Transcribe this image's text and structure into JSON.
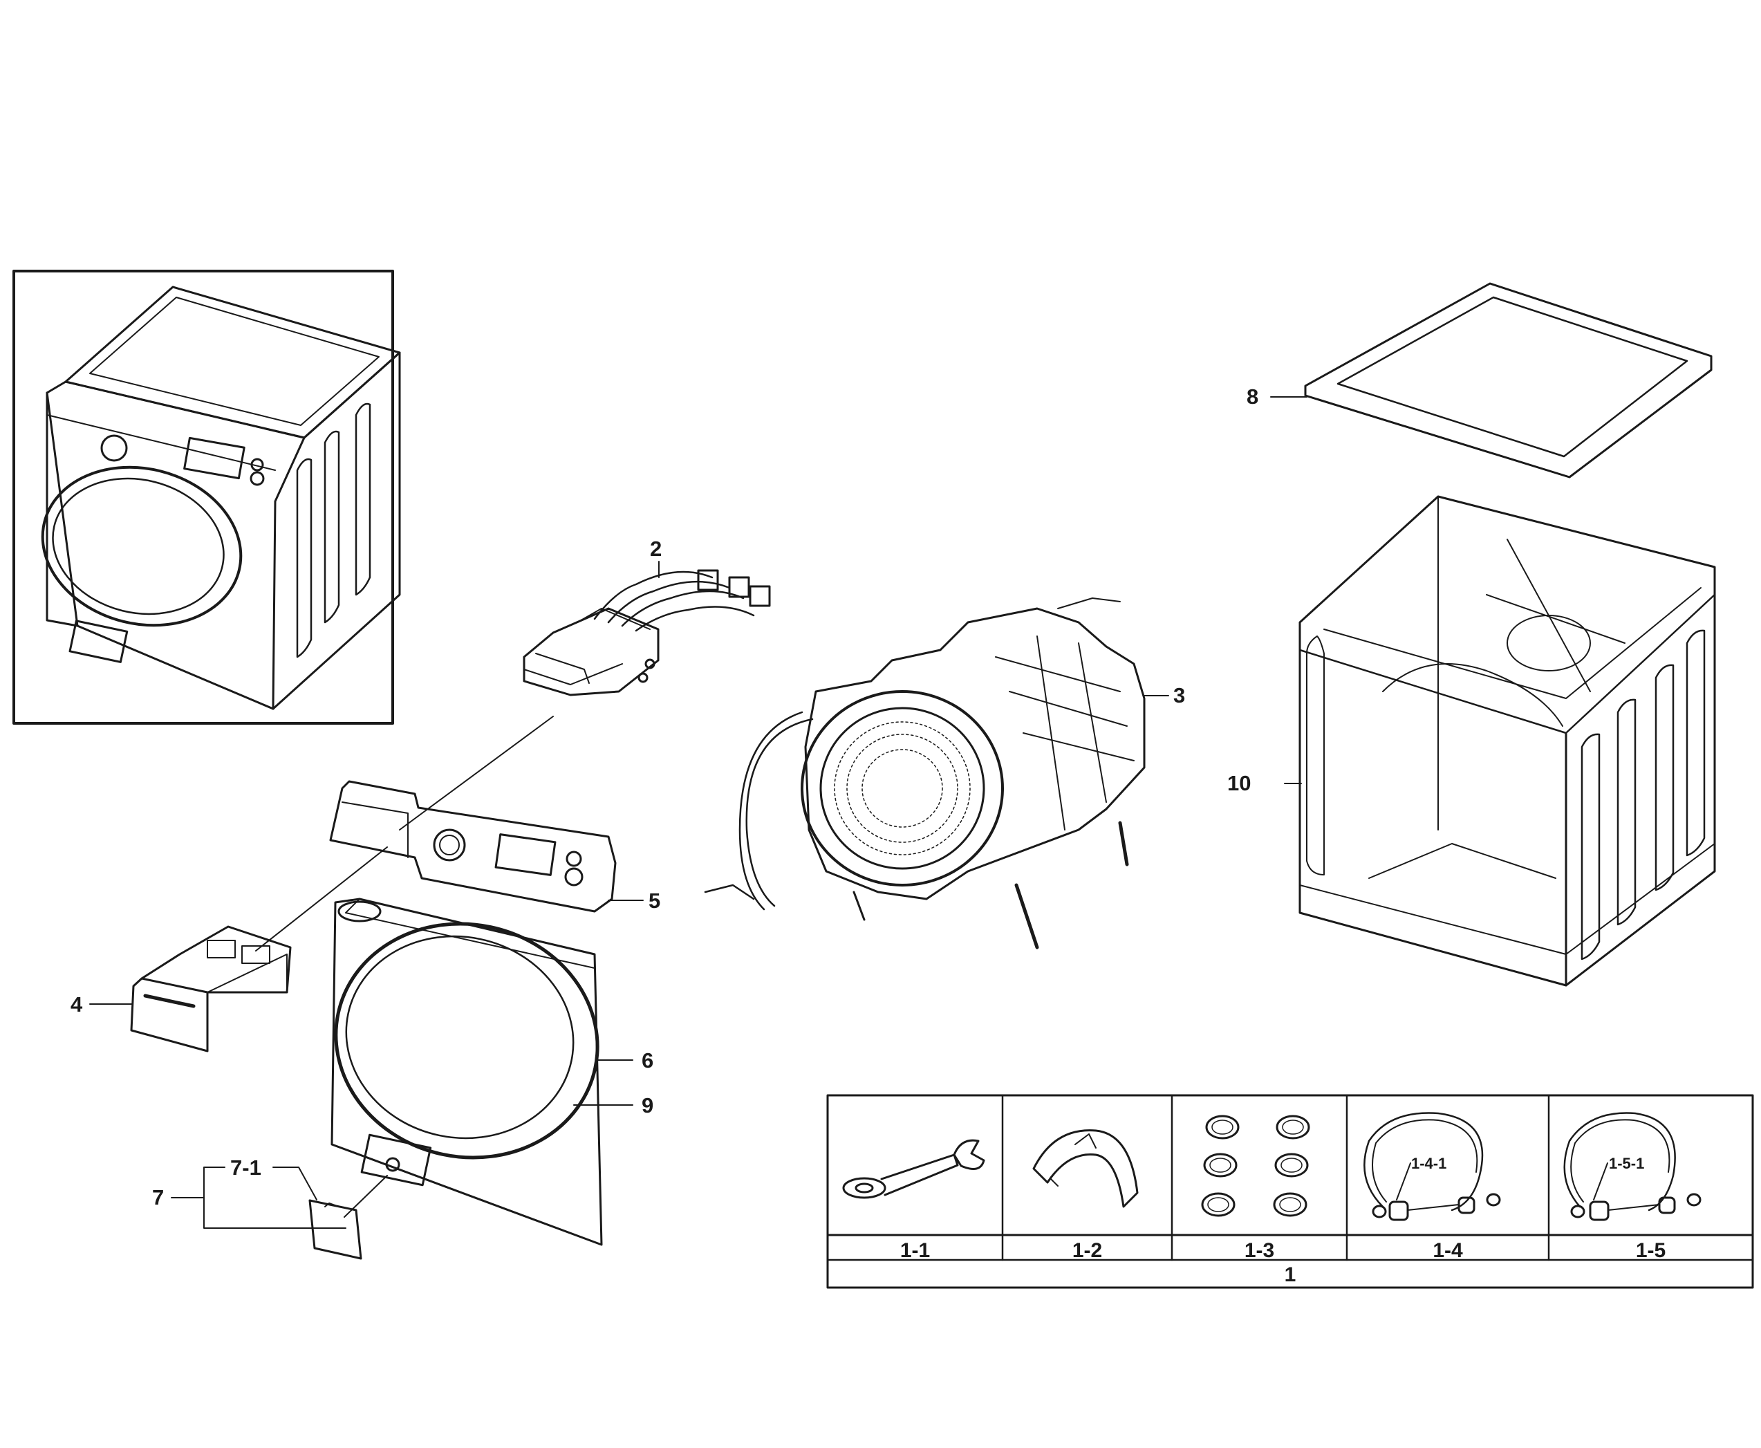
{
  "callouts": {
    "c1": "1",
    "c2": "2",
    "c3": "3",
    "c4": "4",
    "c5": "5",
    "c6": "6",
    "c7": "7",
    "c7_1": "7-1",
    "c8": "8",
    "c9": "9",
    "c10": "10"
  },
  "kit_table": {
    "cells": [
      "1-1",
      "1-2",
      "1-3",
      "1-4",
      "1-5"
    ],
    "sub_labels": {
      "hose_a": "1-4-1",
      "hose_b": "1-5-1"
    },
    "footer": "1"
  },
  "icons": [
    "washer-overview-icon",
    "wrench-icon",
    "hose-clamp-icon",
    "cap-set-icon",
    "inlet-hose-icon"
  ],
  "colors": {
    "line": "#1a1a1a",
    "background": "#ffffff"
  }
}
